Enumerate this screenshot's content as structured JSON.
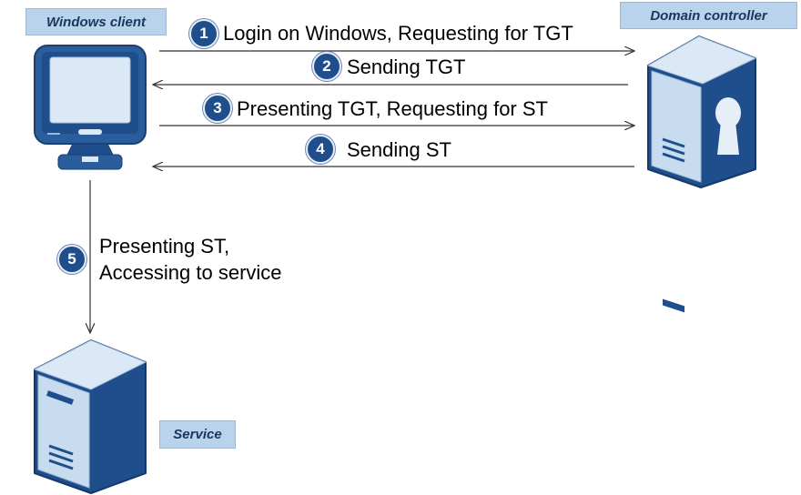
{
  "actors": {
    "client": "Windows client",
    "dc": "Domain controller",
    "service": "Service"
  },
  "steps": [
    {
      "number": "1",
      "text": "Login on Windows, Requesting for TGT"
    },
    {
      "number": "2",
      "text": "Sending TGT"
    },
    {
      "number": "3",
      "text": "Presenting TGT, Requesting for ST"
    },
    {
      "number": "4",
      "text": "Sending ST"
    },
    {
      "number": "5",
      "line1": "Presenting ST,",
      "line2": "Accessing to service"
    }
  ],
  "icons": {
    "client": "monitor-icon",
    "dc": "server-keyhole-icon",
    "service": "server-icon"
  },
  "colors": {
    "label_bg": "#b9d3ec",
    "badge": "#1f4e8c",
    "icon_blue": "#1f4e8c"
  }
}
